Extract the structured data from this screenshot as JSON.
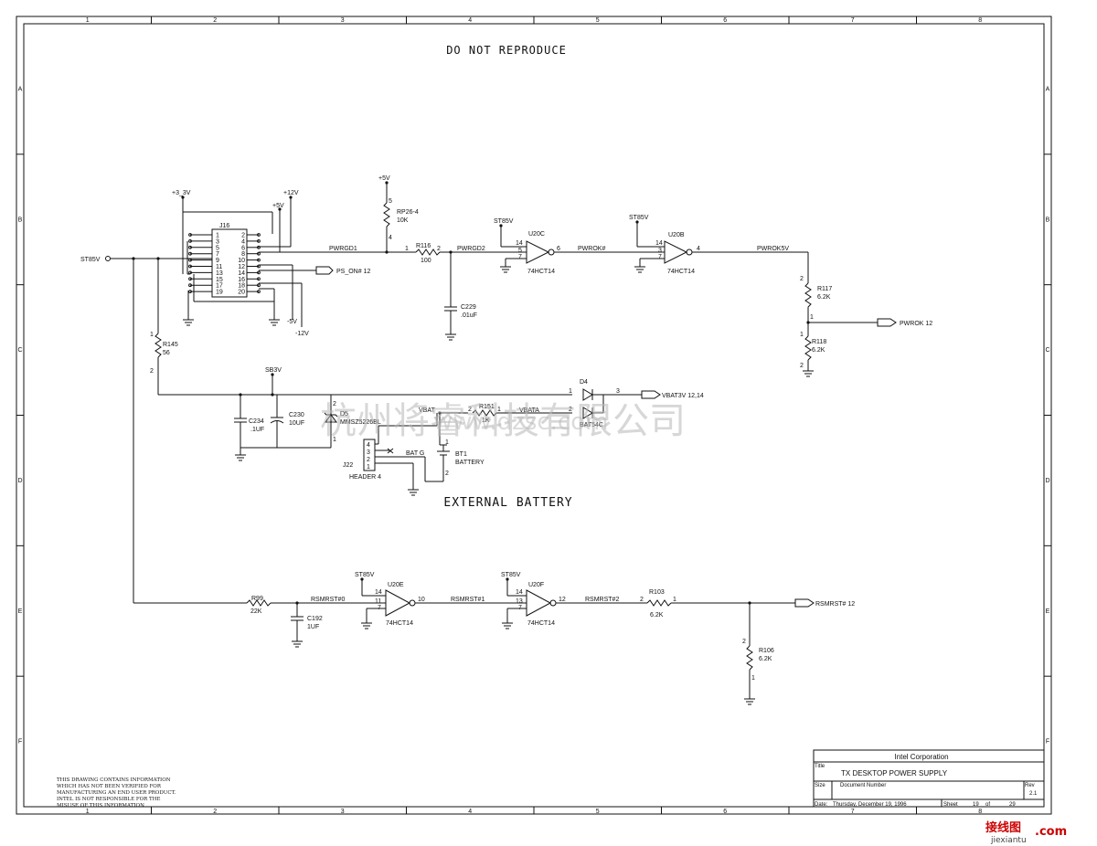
{
  "header": {
    "title": "DO NOT REPRODUCE"
  },
  "section": {
    "external_battery": "EXTERNAL BATTERY"
  },
  "border": {
    "cols": [
      "1",
      "2",
      "3",
      "4",
      "5",
      "6",
      "7",
      "8"
    ],
    "rows": [
      "A",
      "B",
      "C",
      "D",
      "E",
      "F"
    ]
  },
  "nets": {
    "st85v": "ST85V",
    "p33v": "+3_3V",
    "p12v": "+12V",
    "p5v": "+5V",
    "m5v": "-5V",
    "m12v": "-12V",
    "pwrgd1": "PWRGD1",
    "pwrgd2": "PWRGD2",
    "pwrok_n": "PWROK#",
    "pwrok5v": "PWROK5V",
    "ps_on": "PS_ON# 12",
    "pwrok_out": "PWROK 12",
    "sb3v": "SB3V",
    "vbat": "VBAT",
    "vbata": "VBATA",
    "vbat3v": "VBAT3V 12,14",
    "bat_g": "BAT G",
    "rsmrst0": "RSMRST#0",
    "rsmrst1": "RSMRST#1",
    "rsmrst2": "RSMRST#2",
    "rsmrst_out": "RSMRST# 12"
  },
  "parts": {
    "j16": "J16",
    "j16_left": [
      "1",
      "3",
      "5",
      "7",
      "9",
      "11",
      "13",
      "15",
      "17",
      "19"
    ],
    "j16_right": [
      "2",
      "4",
      "6",
      "8",
      "10",
      "12",
      "14",
      "16",
      "18",
      "20"
    ],
    "rp26": "RP26-4",
    "rp26v": "10K",
    "r116": "R116",
    "r116v": "100",
    "c229": "C229",
    "c229v": ".01uF",
    "u20c": "U20C",
    "u20b": "U20B",
    "u20e": "U20E",
    "u20f": "U20F",
    "hct": "74HCT14",
    "r117": "R117",
    "r117v": "6.2K",
    "r118": "R118",
    "r118v": "6.2K",
    "r145": "R145",
    "r145v": "56",
    "c234": "C234",
    "c234v": ".1UF",
    "c230": "C230",
    "c230v": "10UF",
    "d5": "D5",
    "d5v": "MMSZ5226BL",
    "d4": "D4",
    "d4v": "BAT54C",
    "r151": "R151",
    "r151v": "1K",
    "bt1": "BT1",
    "bt1v": "BATTERY",
    "j22": "J22",
    "j22v": "HEADER 4",
    "r99": "R99",
    "r99v": "22K",
    "c192": "C192",
    "c192v": "1UF",
    "r103": "R103",
    "r103v": "6.2K",
    "r106": "R106",
    "r106v": "6.2K"
  },
  "pins": {
    "p1": "1",
    "p2": "2",
    "p3": "3",
    "p4": "4",
    "p5": "5",
    "p6": "6",
    "p7": "7",
    "p10": "10",
    "p11": "11",
    "p12": "12",
    "p13": "13",
    "p14": "14"
  },
  "title_block": {
    "company": "Intel Corporation",
    "title_label": "Title",
    "title": "TX DESKTOP POWER SUPPLY",
    "size_label": "Size",
    "doc_label": "Document Number",
    "rev_label": "Rev",
    "rev": "2.1",
    "date_label": "Date:",
    "date": "Thursday, December 19, 1996",
    "sheet_label": "Sheet",
    "sheet": "19",
    "of_label": "of",
    "total": "29"
  },
  "disclaimer": [
    "THIS DRAWING CONTAINS INFORMATION",
    "WHICH HAS NOT BEEN VERIFIED FOR",
    "MANUFACTURING AN END USER PRODUCT.",
    "INTEL IS NOT RESPONSIBLE FOR THE",
    "MISUSE OF THIS INFORMATION"
  ],
  "watermark": {
    "text": "杭州将睿科技有限公司",
    "url": "www.dzsc.com"
  },
  "logo": {
    "cn": "接线图",
    "com": ".com",
    "site": "jiexiantu"
  }
}
